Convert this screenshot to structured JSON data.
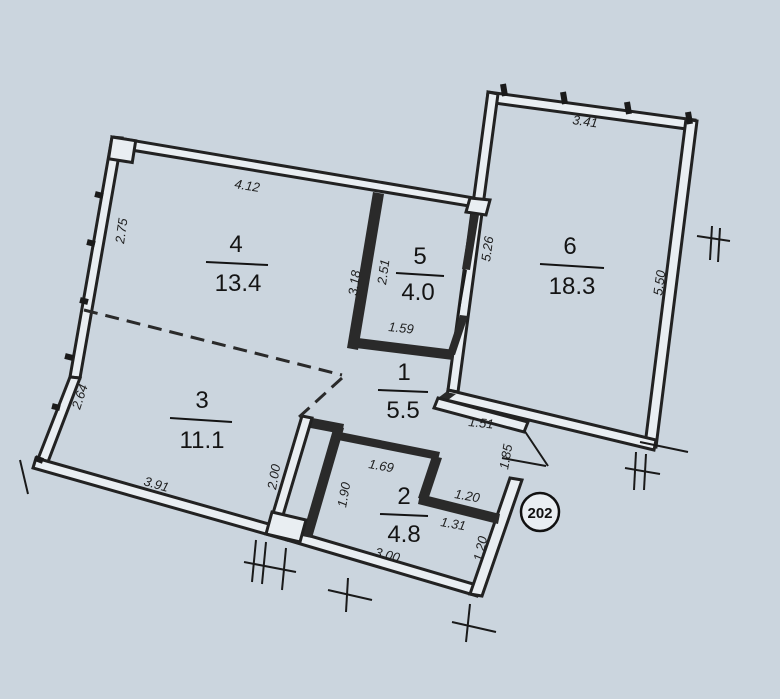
{
  "plan": {
    "apartment_no": "202",
    "rooms": [
      {
        "id": "r1",
        "number": "1",
        "area": "5.5"
      },
      {
        "id": "r2",
        "number": "2",
        "area": "4.8"
      },
      {
        "id": "r3",
        "number": "3",
        "area": "11.1"
      },
      {
        "id": "r4",
        "number": "4",
        "area": "13.4"
      },
      {
        "id": "r5",
        "number": "5",
        "area": "4.0"
      },
      {
        "id": "r6",
        "number": "6",
        "area": "18.3"
      }
    ],
    "dimensions": {
      "d412": "4.12",
      "d275": "2.75",
      "d318": "3.18",
      "d251": "2.51",
      "d159": "1.59",
      "d526": "5.26",
      "d341": "3.41",
      "d550": "5.50",
      "d264": "2.64",
      "d391": "3.91",
      "d200": "2.00",
      "d190": "1.90",
      "d169": "1.69",
      "d151": "1.51",
      "d185": "1.85",
      "d120a": "1.20",
      "d131": "1.31",
      "d120b": "1.20",
      "d300": "3.00"
    }
  }
}
